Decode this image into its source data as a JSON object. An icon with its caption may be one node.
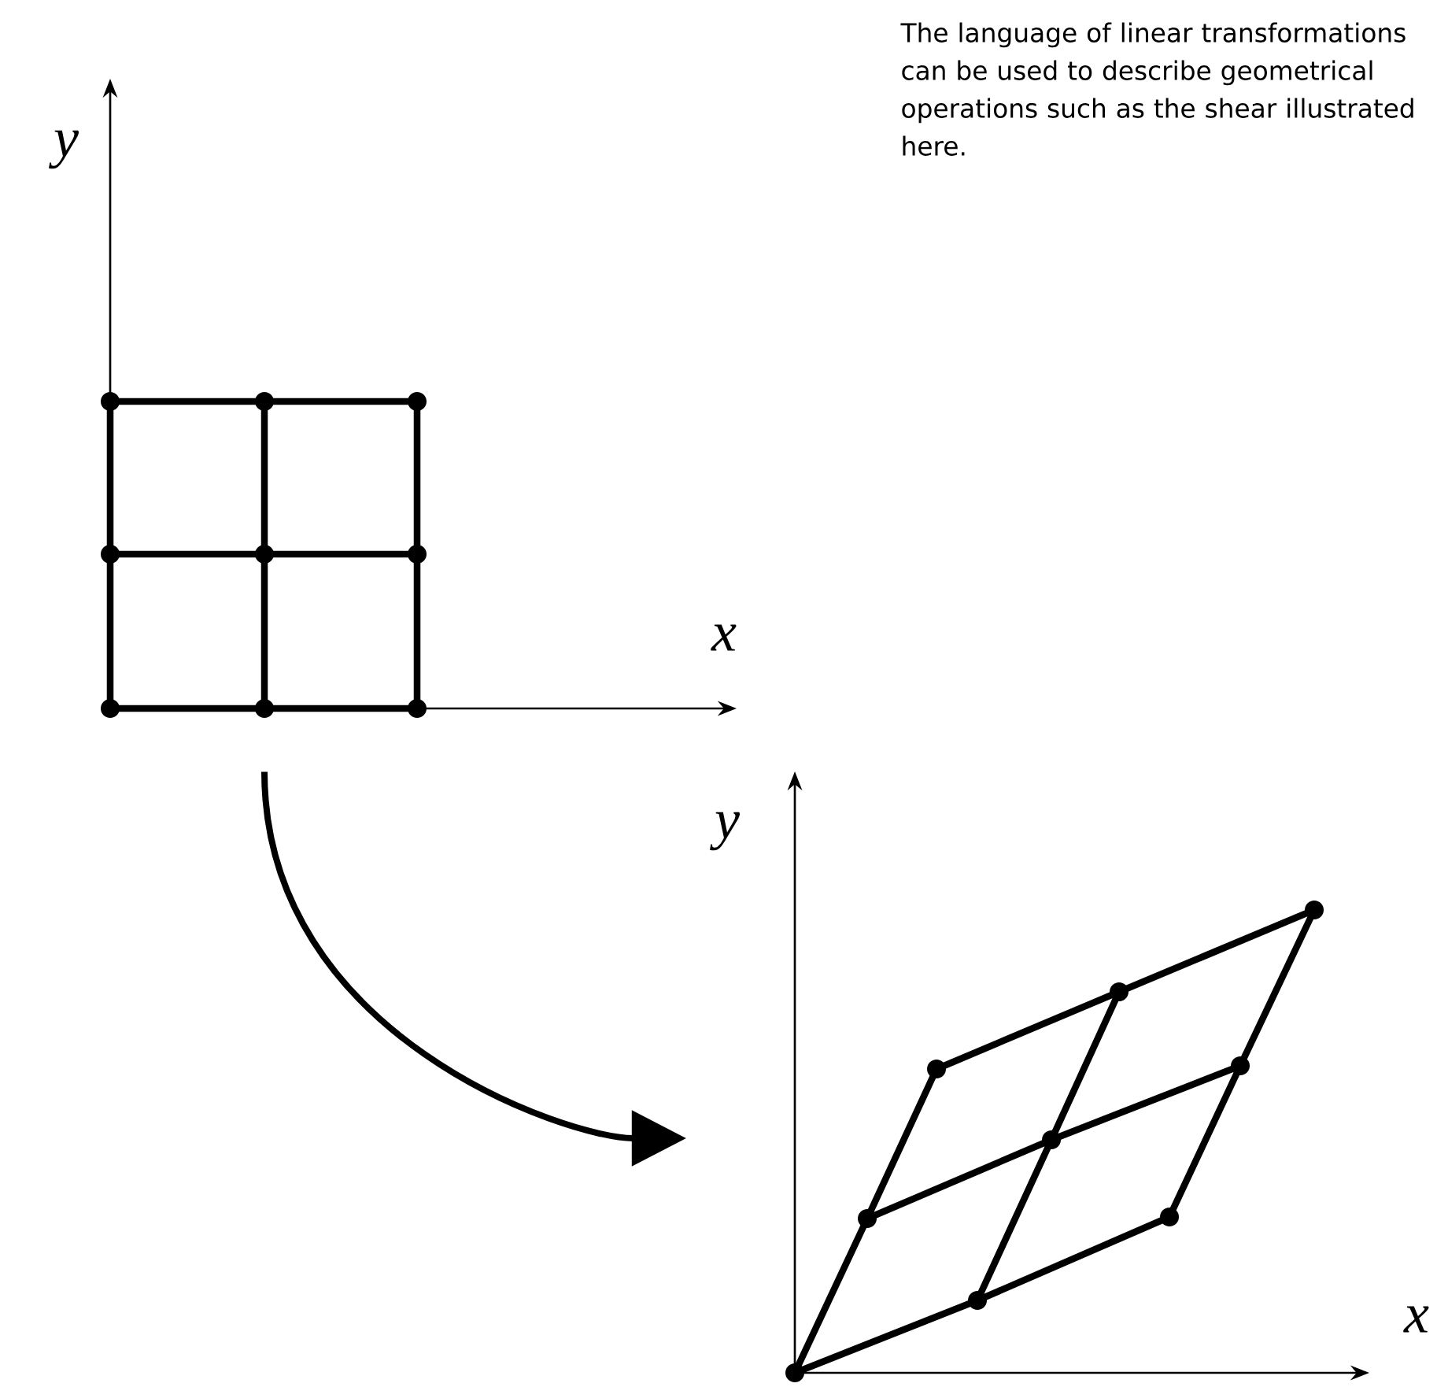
{
  "diagram": {
    "nodes": [
      {
        "text": [],
        "shape": "picture"
      },
      {
        "text": [],
        "shape": "picture"
      }
    ],
    "edges": [
      {
        "from": 0,
        "to": 1,
        "arrow": "to"
      }
    ],
    "labels": [
      "The language of linear transformations can be used to describe geometrical operations such as the shear illustrated here.",
      "y",
      "x",
      "y",
      "x"
    ]
  }
}
